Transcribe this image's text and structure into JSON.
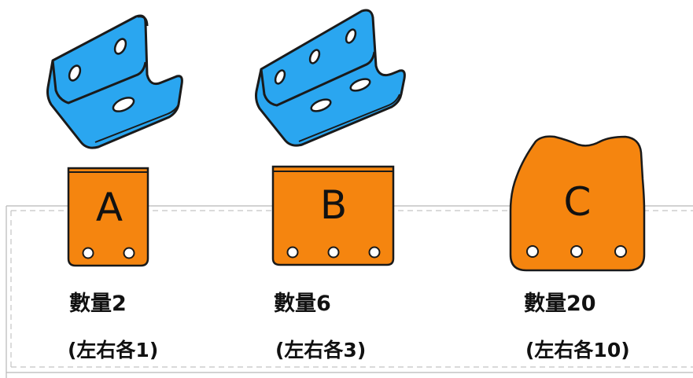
{
  "colors": {
    "bracket_blue": "#2aa6f0",
    "plate_orange": "#f5850f",
    "outline": "#1a1a1a",
    "guide_line": "#b8b8b8"
  },
  "items": [
    {
      "letter": "A",
      "quantity": "數量2",
      "split": "(左右各1)",
      "holes": 2
    },
    {
      "letter": "B",
      "quantity": "數量6",
      "split": "(左右各3)",
      "holes": 3
    },
    {
      "letter": "C",
      "quantity": "數量20",
      "split": "(左右各10)",
      "holes": 3
    }
  ]
}
